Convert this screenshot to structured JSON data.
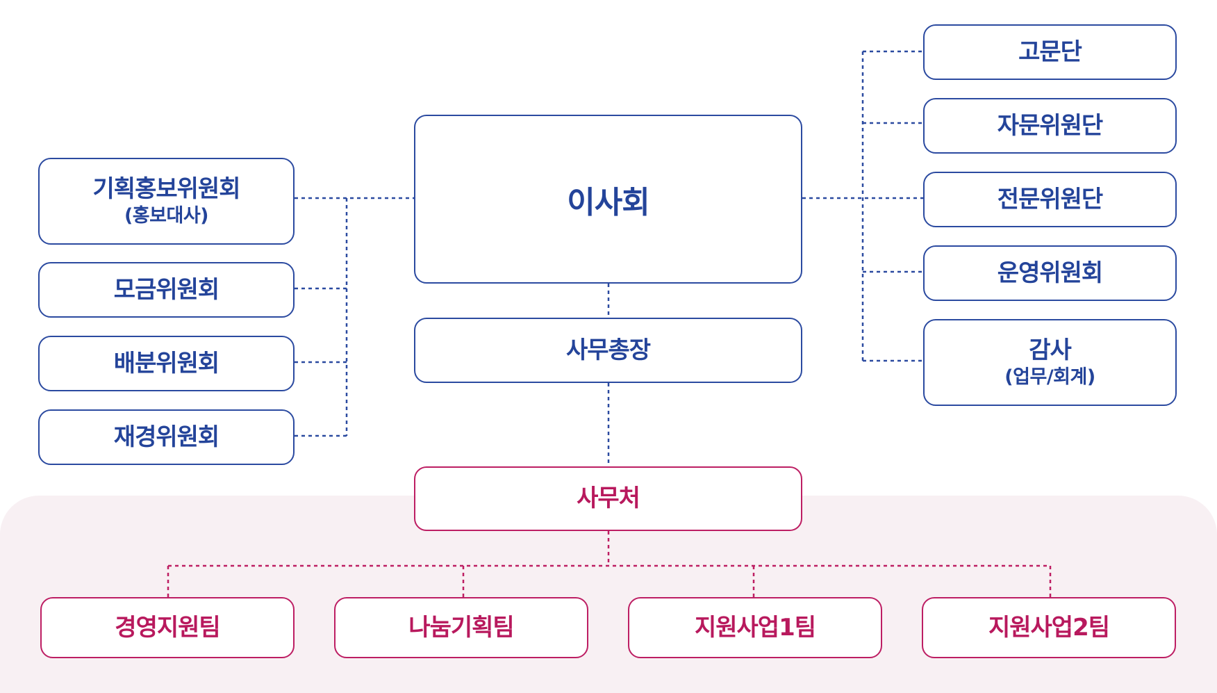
{
  "board": {
    "label": "이사회"
  },
  "secretary_general": {
    "label": "사무총장"
  },
  "secretariat": {
    "label": "사무처"
  },
  "left_committees": [
    {
      "label": "기획홍보위원회",
      "sub": "(홍보대사)"
    },
    {
      "label": "모금위원회"
    },
    {
      "label": "배분위원회"
    },
    {
      "label": "재경위원회"
    }
  ],
  "right_groups": [
    {
      "label": "고문단"
    },
    {
      "label": "자문위원단"
    },
    {
      "label": "전문위원단"
    },
    {
      "label": "운영위원회"
    },
    {
      "label": "감사",
      "sub": "(업무/회계)"
    }
  ],
  "teams": [
    {
      "label": "경영지원팀"
    },
    {
      "label": "나눔기획팀"
    },
    {
      "label": "지원사업1팀"
    },
    {
      "label": "지원사업2팀"
    }
  ],
  "colors": {
    "blue": "#2b4aa0",
    "pink": "#bd1e63",
    "band": "#f8f0f3"
  }
}
